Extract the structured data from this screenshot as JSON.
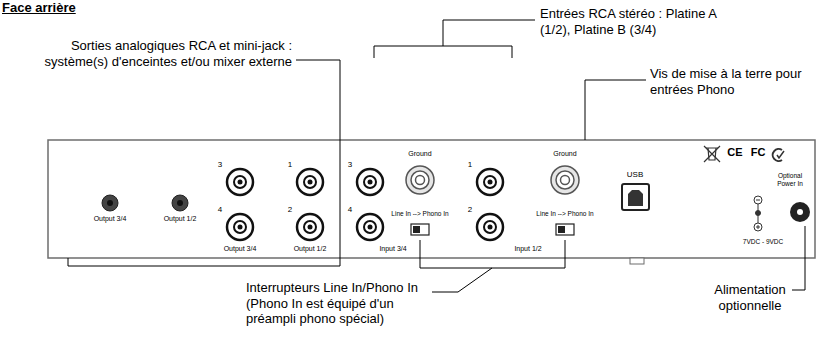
{
  "diagram": {
    "title": "Face arrière",
    "labels": [
      "Sorties analogiques RCA et mini-jack : système(s) d'enceintes et/ou mixer externe",
      "Entrées RCA stéréo : Platine A (1/2), Platine B (3/4)",
      "Vis de mise à la terre pour entrées Phono",
      "Interrupteurs Line In/Phono In (Phono In est équipé d'un préampli phono spécial)",
      "Alimentation optionnelle",
      "Output 3/4",
      "Output 1/2",
      "3",
      "1",
      "4",
      "2",
      "Output 3/4",
      "Output 1/2",
      "3",
      "4",
      "Ground",
      "Line In --> Phono In",
      "Input 3/4",
      "1",
      "2",
      "Ground",
      "Line In --> Phono In",
      "Input 1/2",
      "USB",
      "CE",
      "FC",
      "Optional Power In",
      "7VDC - 9VDC"
    ]
  }
}
